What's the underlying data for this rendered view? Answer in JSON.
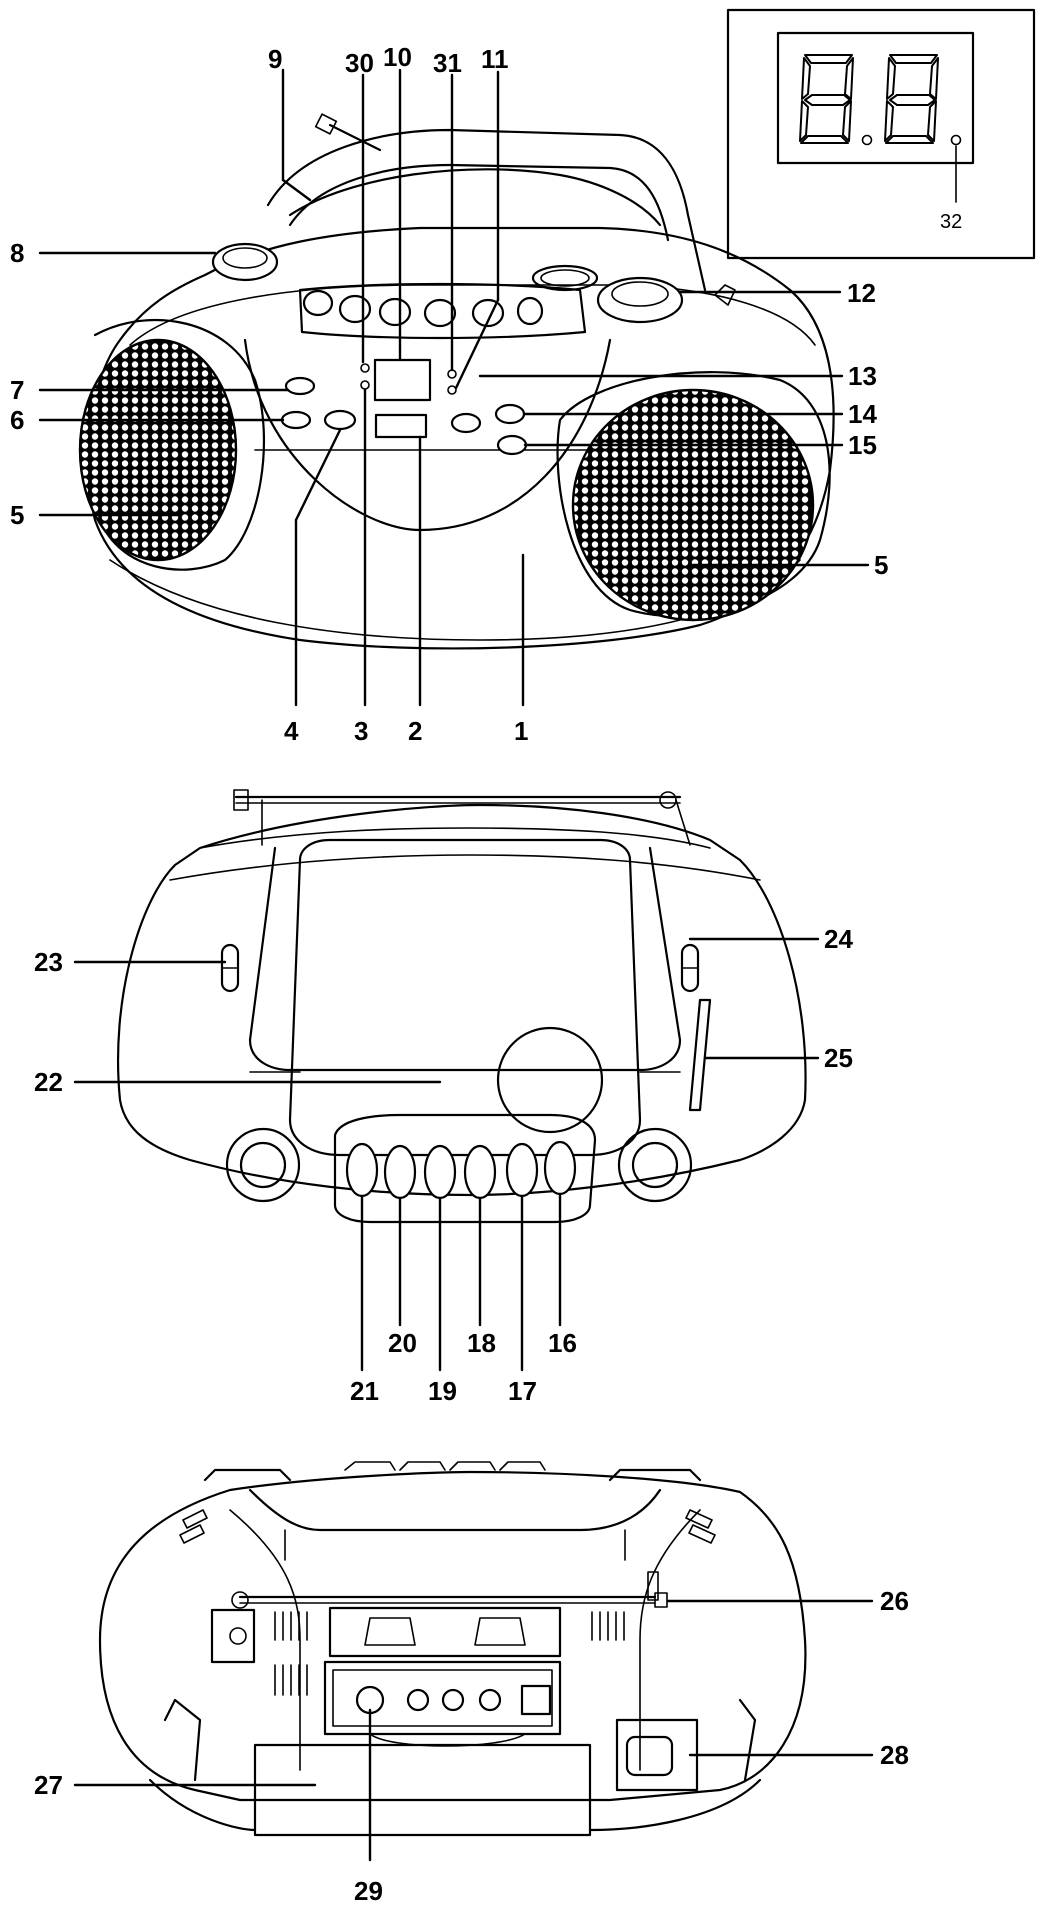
{
  "callouts": {
    "c1": "1",
    "c2": "2",
    "c3": "3",
    "c4": "4",
    "c5a": "5",
    "c5b": "5",
    "c6": "6",
    "c7": "7",
    "c8": "8",
    "c9": "9",
    "c10": "10",
    "c11": "11",
    "c12": "12",
    "c13": "13",
    "c14": "14",
    "c15": "15",
    "c16": "16",
    "c17": "17",
    "c18": "18",
    "c19": "19",
    "c20": "20",
    "c21": "21",
    "c22": "22",
    "c23": "23",
    "c24": "24",
    "c25": "25",
    "c26": "26",
    "c27": "27",
    "c28": "28",
    "c29": "29",
    "c30": "30",
    "c31": "31",
    "c32": "32"
  },
  "colors": {
    "line": "#000000",
    "background": "#ffffff",
    "mesh": "#000000"
  }
}
